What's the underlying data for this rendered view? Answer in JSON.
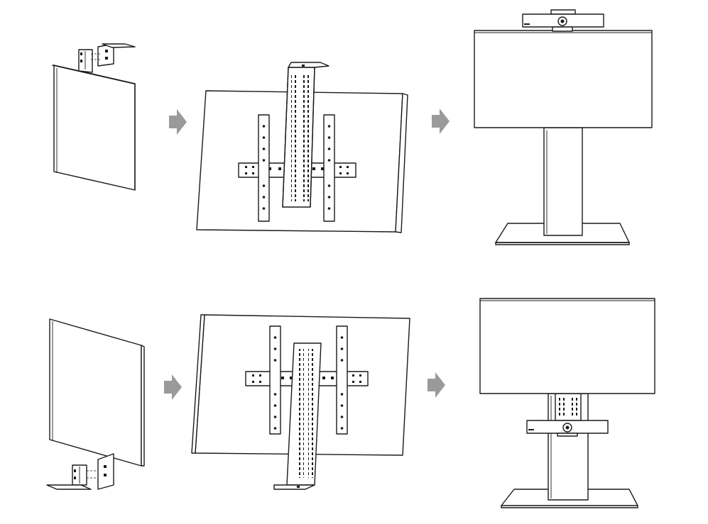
{
  "figure": {
    "rows": [
      {
        "id": "top-mount",
        "steps": [
          {
            "id": "step-1",
            "icon": "bracket-top-attach-icon"
          },
          {
            "id": "step-2",
            "icon": "display-back-top-bracket-icon"
          },
          {
            "id": "step-3",
            "icon": "display-stand-camera-top-icon"
          }
        ]
      },
      {
        "id": "bottom-mount",
        "steps": [
          {
            "id": "step-1",
            "icon": "bracket-bottom-attach-icon"
          },
          {
            "id": "step-2",
            "icon": "display-back-bottom-bracket-icon"
          },
          {
            "id": "step-3",
            "icon": "display-stand-camera-bottom-icon"
          }
        ]
      }
    ],
    "arrow_color": "#9a9a9a",
    "line_color": "#1a1a1a"
  }
}
